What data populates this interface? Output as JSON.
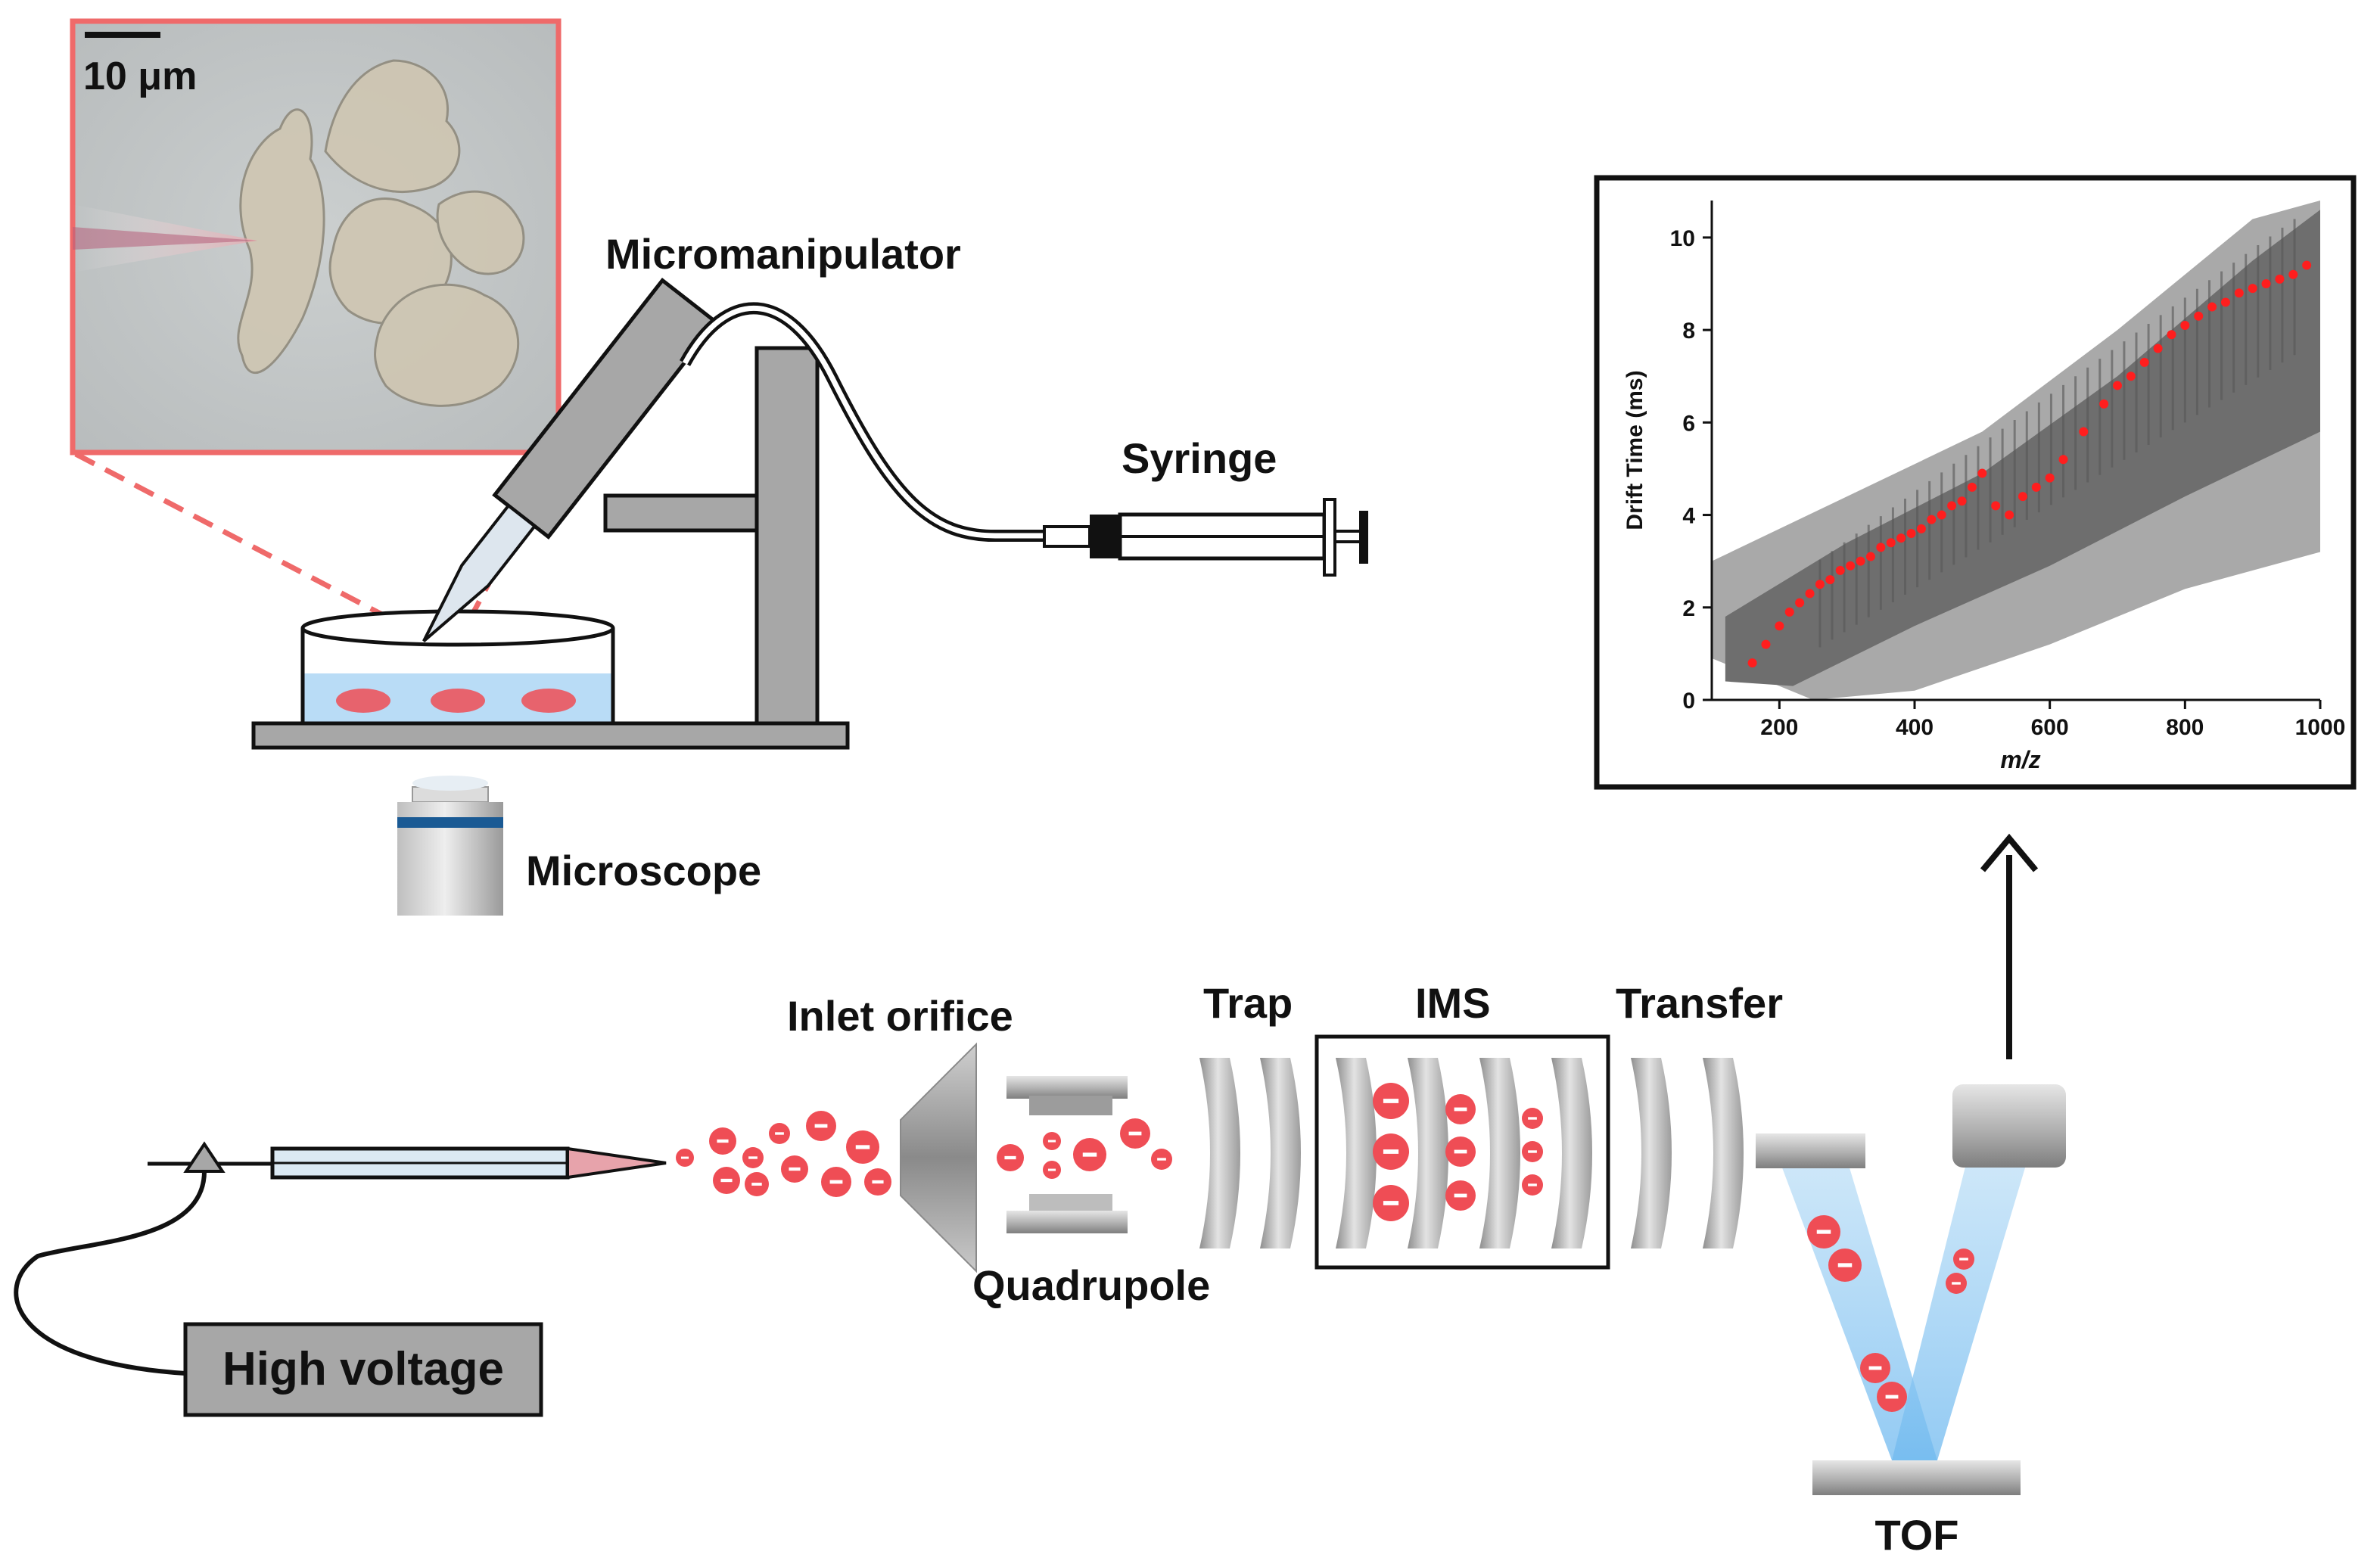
{
  "labels": {
    "scale_bar": "10 μm",
    "micromanipulator": "Micromanipulator",
    "syringe": "Syringe",
    "microscope": "Microscope",
    "inlet_orifice": "Inlet orifice",
    "quadrupole": "Quadrupole",
    "trap": "Trap",
    "ims": "IMS",
    "transfer": "Transfer",
    "tof": "TOF",
    "high_voltage": "High voltage",
    "ion_charge": "-"
  },
  "colors": {
    "ion": "#ef4d55",
    "ion_dark": "#c7262f",
    "frame_red": "#ef6a6a",
    "liquid": "#b9dcf6",
    "tof_beam": "#8fcaf3",
    "metal": "#9a9a9a",
    "red_series": "#ff1e1e",
    "gray_band": "#6e6e6e"
  },
  "chart_data": {
    "type": "scatter",
    "xlabel": "m/z",
    "ylabel": "Drift Time (ms)",
    "xlim": [
      100,
      1000
    ],
    "ylim": [
      0,
      10.8
    ],
    "xticks": [
      "200",
      "400",
      "600",
      "800",
      "1000"
    ],
    "yticks": [
      "0",
      "2",
      "4",
      "6",
      "8",
      "10"
    ],
    "series": [
      {
        "x": [
          160,
          180,
          200,
          215,
          230,
          245,
          260,
          275,
          290,
          305,
          320,
          335,
          350,
          365,
          380,
          395,
          410,
          425,
          440,
          455,
          470,
          485,
          500,
          520,
          540,
          560,
          580,
          600,
          620,
          650,
          680,
          700,
          720,
          740,
          760,
          780,
          800,
          820,
          840,
          860,
          880,
          900,
          920,
          940,
          960,
          980
        ],
        "y": [
          0.8,
          1.2,
          1.6,
          1.9,
          2.1,
          2.3,
          2.5,
          2.6,
          2.8,
          2.9,
          3.0,
          3.1,
          3.3,
          3.4,
          3.5,
          3.6,
          3.7,
          3.9,
          4.0,
          4.2,
          4.3,
          4.6,
          4.9,
          4.2,
          4.0,
          4.4,
          4.6,
          4.8,
          5.2,
          5.8,
          6.4,
          6.8,
          7.0,
          7.3,
          7.6,
          7.9,
          8.1,
          8.3,
          8.5,
          8.6,
          8.8,
          8.9,
          9.0,
          9.1,
          9.2,
          9.4
        ]
      }
    ]
  }
}
